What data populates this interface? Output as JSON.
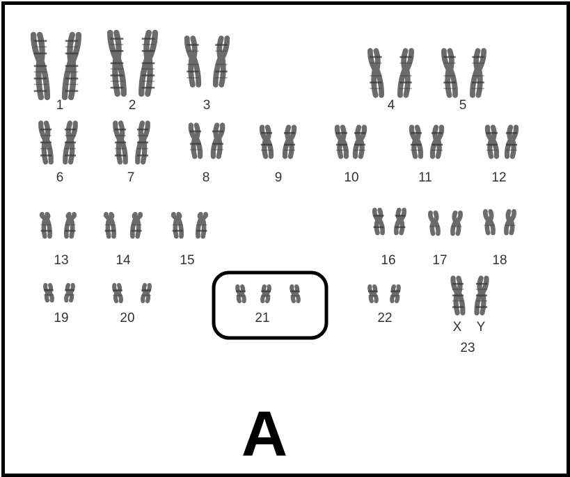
{
  "figure": {
    "panel_label": "A",
    "highlighted_label": "21",
    "colors": {
      "chromosome": "#6b6b6b",
      "band": "#3a3a3a",
      "frame": "#000000"
    }
  },
  "karyotype": [
    {
      "label": "1",
      "count": 2,
      "size": "xl"
    },
    {
      "label": "2",
      "count": 2,
      "size": "xl"
    },
    {
      "label": "3",
      "count": 2,
      "size": "l"
    },
    {
      "label": "4",
      "count": 2,
      "size": "l"
    },
    {
      "label": "5",
      "count": 2,
      "size": "l"
    },
    {
      "label": "6",
      "count": 2,
      "size": "m"
    },
    {
      "label": "7",
      "count": 2,
      "size": "m"
    },
    {
      "label": "8",
      "count": 2,
      "size": "m"
    },
    {
      "label": "9",
      "count": 2,
      "size": "m"
    },
    {
      "label": "10",
      "count": 2,
      "size": "m"
    },
    {
      "label": "11",
      "count": 2,
      "size": "m"
    },
    {
      "label": "12",
      "count": 2,
      "size": "m"
    },
    {
      "label": "13",
      "count": 2,
      "size": "acro"
    },
    {
      "label": "14",
      "count": 2,
      "size": "acro"
    },
    {
      "label": "15",
      "count": 2,
      "size": "acro"
    },
    {
      "label": "16",
      "count": 2,
      "size": "s"
    },
    {
      "label": "17",
      "count": 2,
      "size": "s"
    },
    {
      "label": "18",
      "count": 2,
      "size": "s"
    },
    {
      "label": "19",
      "count": 2,
      "size": "xs"
    },
    {
      "label": "20",
      "count": 2,
      "size": "xs"
    },
    {
      "label": "21",
      "count": 3,
      "size": "xs"
    },
    {
      "label": "22",
      "count": 2,
      "size": "xs"
    },
    {
      "label": "23",
      "count": 2,
      "size": "sex",
      "sublabels": [
        "X",
        "Y"
      ]
    }
  ]
}
